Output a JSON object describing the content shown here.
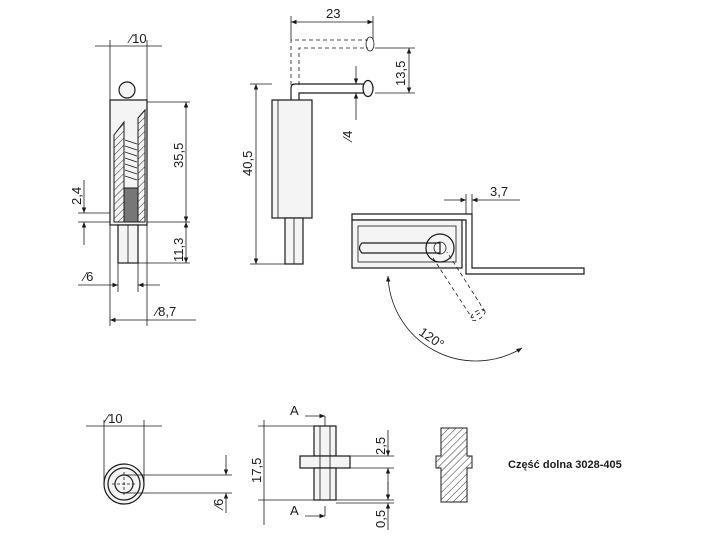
{
  "top_left_view": {
    "dim_diameter_top": "∕10",
    "dim_length_main": "35,5",
    "dim_small_offset": "2,4",
    "dim_pin_length": "11,3",
    "dim_diameter_pin": "∕6",
    "dim_diameter_body": "∕8,7"
  },
  "top_middle_view": {
    "dim_width": "23",
    "dim_height_arm": "13,5",
    "dim_diameter_handle": "∕4",
    "dim_body_length": "40,5"
  },
  "top_right_view": {
    "dim_offset": "3,7",
    "dim_angle": "120°"
  },
  "bottom_left_view": {
    "dim_outer_diameter": "∕10",
    "dim_inner_diameter": "∕6"
  },
  "bottom_middle_view": {
    "section_label_top": "A",
    "section_label_bottom": "A",
    "dim_total_height": "17,5",
    "dim_flange_thickness": "2,5",
    "dim_bottom_gap": "0,5"
  },
  "caption": "Część dolna 3028-405"
}
